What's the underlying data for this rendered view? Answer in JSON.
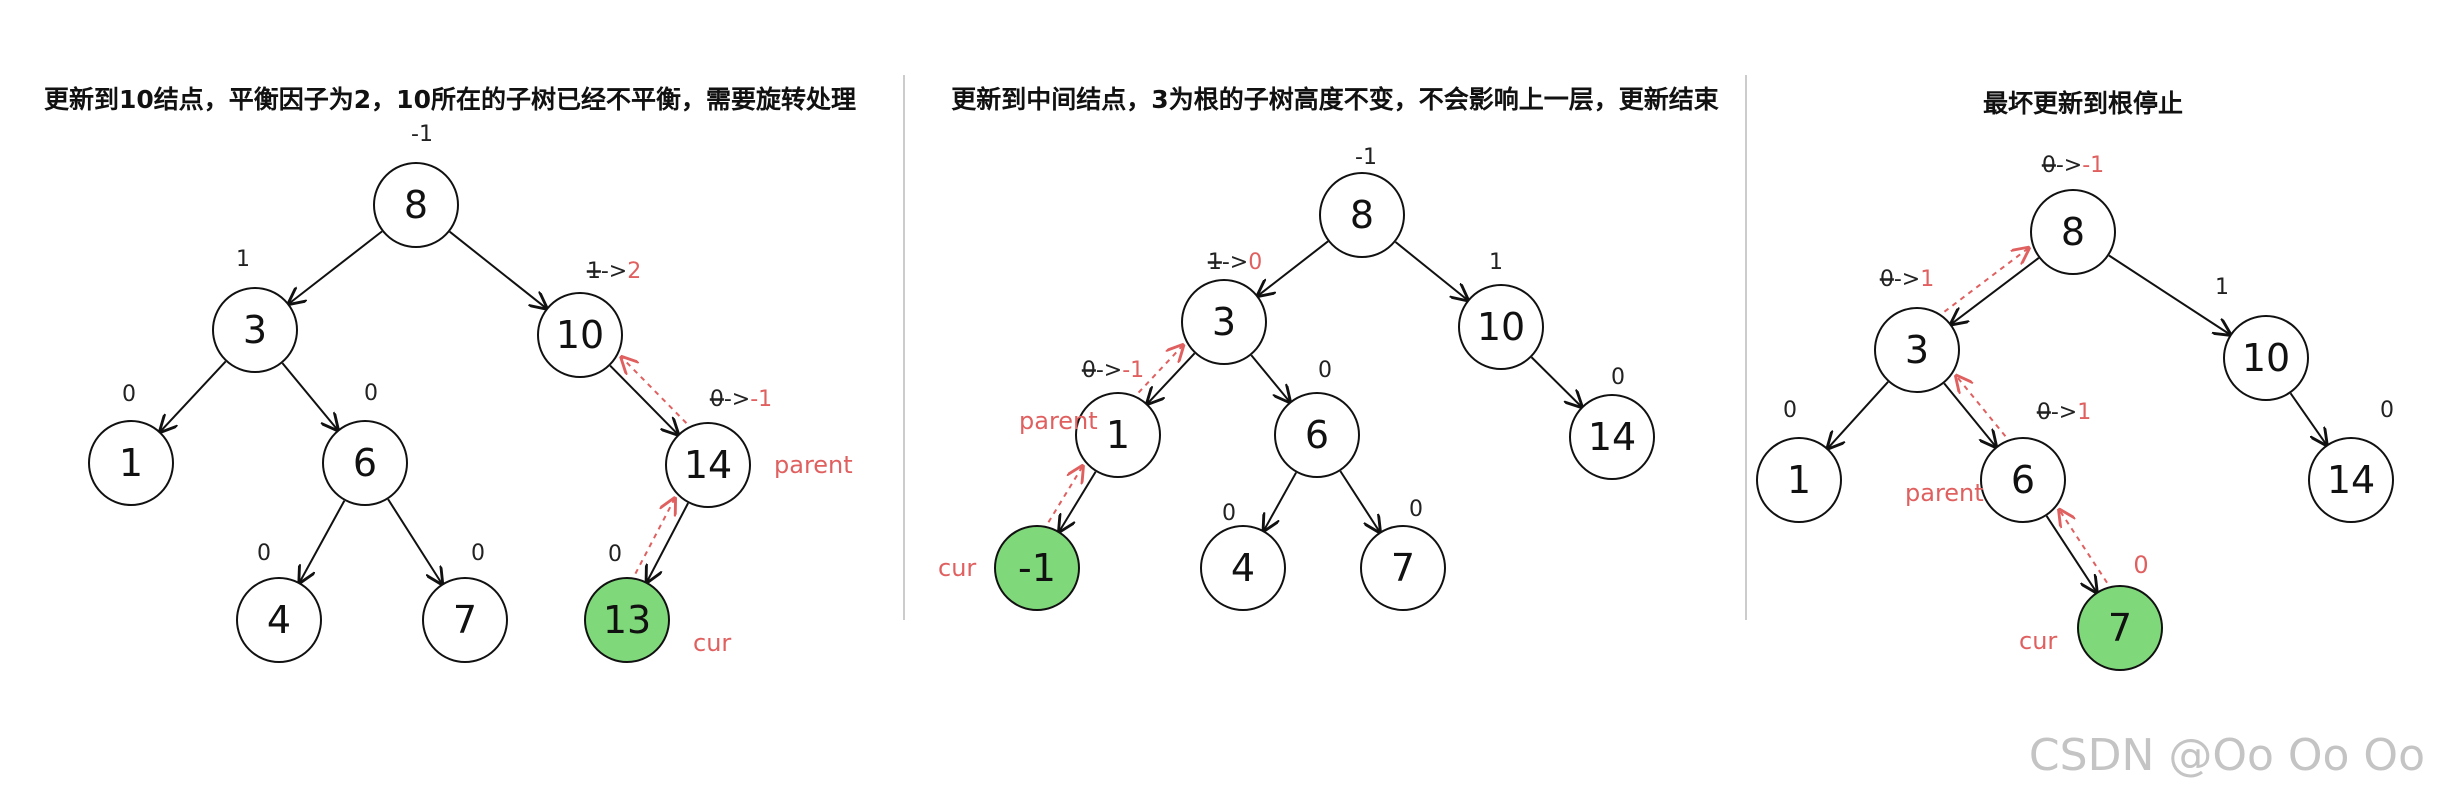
{
  "panels": [
    {
      "title": "更新到10结点，平衡因子为2，10所在的子树已经不平衡，需要旋转处理",
      "nodes": [
        {
          "id": "n8",
          "value": "8",
          "highlight": false
        },
        {
          "id": "n3",
          "value": "3",
          "highlight": false
        },
        {
          "id": "n10",
          "value": "10",
          "highlight": false
        },
        {
          "id": "n1",
          "value": "1",
          "highlight": false
        },
        {
          "id": "n6",
          "value": "6",
          "highlight": false
        },
        {
          "id": "n14",
          "value": "14",
          "highlight": false
        },
        {
          "id": "n4",
          "value": "4",
          "highlight": false
        },
        {
          "id": "n7",
          "value": "7",
          "highlight": false
        },
        {
          "id": "n13",
          "value": "13",
          "highlight": true
        }
      ],
      "edges": [
        [
          "n8",
          "n3"
        ],
        [
          "n8",
          "n10"
        ],
        [
          "n3",
          "n1"
        ],
        [
          "n3",
          "n6"
        ],
        [
          "n10",
          "n14"
        ],
        [
          "n6",
          "n4"
        ],
        [
          "n6",
          "n7"
        ],
        [
          "n14",
          "n13"
        ]
      ],
      "update_path": [
        [
          "n13",
          "n14"
        ],
        [
          "n14",
          "n10"
        ]
      ],
      "balance_factors": [
        {
          "node": "n8",
          "value": "-1"
        },
        {
          "node": "n3",
          "value": "1"
        },
        {
          "node": "n10",
          "old": "1",
          "new": "2"
        },
        {
          "node": "n1",
          "value": "0"
        },
        {
          "node": "n6",
          "value": "0"
        },
        {
          "node": "n14",
          "old": "0",
          "new": "-1"
        },
        {
          "node": "n4",
          "value": "0"
        },
        {
          "node": "n7",
          "value": "0"
        },
        {
          "node": "n13",
          "value": "0"
        }
      ],
      "pointer_labels": [
        {
          "node": "n14",
          "text": "parent"
        },
        {
          "node": "n13",
          "text": "cur"
        }
      ]
    },
    {
      "title": "更新到中间结点，3为根的子树高度不变，不会影响上一层，更新结束",
      "nodes": [
        {
          "id": "n8",
          "value": "8",
          "highlight": false
        },
        {
          "id": "n3",
          "value": "3",
          "highlight": false
        },
        {
          "id": "n10",
          "value": "10",
          "highlight": false
        },
        {
          "id": "n1",
          "value": "1",
          "highlight": false
        },
        {
          "id": "n6",
          "value": "6",
          "highlight": false
        },
        {
          "id": "n14",
          "value": "14",
          "highlight": false
        },
        {
          "id": "nm1",
          "value": "-1",
          "highlight": true
        },
        {
          "id": "n4",
          "value": "4",
          "highlight": false
        },
        {
          "id": "n7",
          "value": "7",
          "highlight": false
        }
      ],
      "edges": [
        [
          "n8",
          "n3"
        ],
        [
          "n8",
          "n10"
        ],
        [
          "n3",
          "n1"
        ],
        [
          "n3",
          "n6"
        ],
        [
          "n10",
          "n14"
        ],
        [
          "n1",
          "nm1"
        ],
        [
          "n6",
          "n4"
        ],
        [
          "n6",
          "n7"
        ]
      ],
      "update_path": [
        [
          "nm1",
          "n1"
        ],
        [
          "n1",
          "n3"
        ]
      ],
      "balance_factors": [
        {
          "node": "n8",
          "value": "-1"
        },
        {
          "node": "n3",
          "old": "1",
          "new": "0"
        },
        {
          "node": "n10",
          "value": "1"
        },
        {
          "node": "n1",
          "old": "0",
          "new": "-1"
        },
        {
          "node": "n6",
          "value": "0"
        },
        {
          "node": "n14",
          "value": "0"
        },
        {
          "node": "n4",
          "value": "0"
        },
        {
          "node": "n7",
          "value": "0"
        }
      ],
      "pointer_labels": [
        {
          "node": "n1",
          "text": "parent"
        },
        {
          "node": "nm1",
          "text": "cur"
        }
      ]
    },
    {
      "title": "最坏更新到根停止",
      "nodes": [
        {
          "id": "n8",
          "value": "8",
          "highlight": false
        },
        {
          "id": "n3",
          "value": "3",
          "highlight": false
        },
        {
          "id": "n10",
          "value": "10",
          "highlight": false
        },
        {
          "id": "n1",
          "value": "1",
          "highlight": false
        },
        {
          "id": "n6",
          "value": "6",
          "highlight": false
        },
        {
          "id": "n14",
          "value": "14",
          "highlight": false
        },
        {
          "id": "n7",
          "value": "7",
          "highlight": true
        }
      ],
      "edges": [
        [
          "n8",
          "n3"
        ],
        [
          "n8",
          "n10"
        ],
        [
          "n3",
          "n1"
        ],
        [
          "n3",
          "n6"
        ],
        [
          "n10",
          "n14"
        ],
        [
          "n6",
          "n7"
        ]
      ],
      "update_path": [
        [
          "n7",
          "n6"
        ],
        [
          "n6",
          "n3"
        ],
        [
          "n3",
          "n8"
        ]
      ],
      "balance_factors": [
        {
          "node": "n8",
          "old": "0",
          "new": "-1"
        },
        {
          "node": "n3",
          "old": "0",
          "new": "1"
        },
        {
          "node": "n10",
          "value": "1"
        },
        {
          "node": "n1",
          "value": "0"
        },
        {
          "node": "n6",
          "old": "0",
          "new": "1"
        },
        {
          "node": "n14",
          "value": "0"
        },
        {
          "node": "n7",
          "new": "0"
        }
      ],
      "pointer_labels": [
        {
          "node": "n6",
          "text": "parent"
        },
        {
          "node": "n7",
          "text": "cur"
        }
      ]
    }
  ],
  "watermark": "CSDN @Oo Oo Oo",
  "colors": {
    "accent_red": "#e06060",
    "node_fill": "#ffffff",
    "node_stroke": "#111111",
    "highlight_fill": "#7fd87a",
    "divider": "#bbbbbb",
    "watermark": "#c4c4c4"
  }
}
